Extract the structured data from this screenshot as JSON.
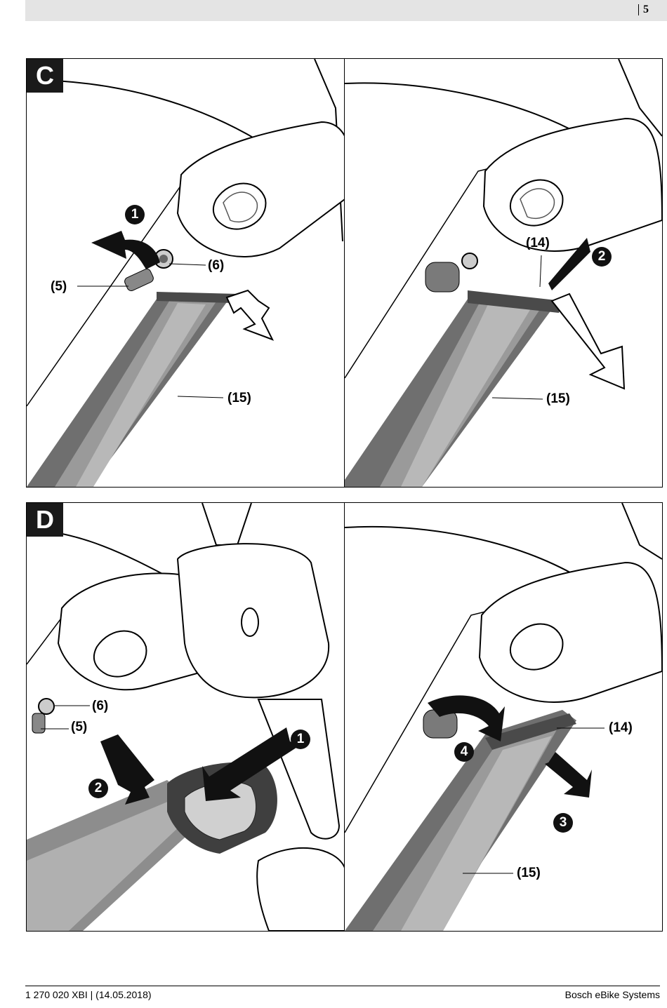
{
  "header": {
    "page_number": "5"
  },
  "sections": {
    "c": {
      "label": "C",
      "left": {
        "callouts": [
          "(6)",
          "(5)",
          "(15)"
        ],
        "steps": [
          "1"
        ]
      },
      "right": {
        "callouts": [
          "(14)",
          "(15)"
        ],
        "steps": [
          "2"
        ]
      }
    },
    "d": {
      "label": "D",
      "left": {
        "callouts": [
          "(6)",
          "(5)"
        ],
        "steps": [
          "1",
          "2"
        ]
      },
      "right": {
        "callouts": [
          "(14)",
          "(15)"
        ],
        "steps": [
          "4",
          "3"
        ]
      }
    }
  },
  "footer": {
    "left": "1 270 020 XBI | (14.05.2018)",
    "right": "Bosch eBike Systems"
  },
  "colors": {
    "accent": "#1a1a1a",
    "battery": "#7a7a7a",
    "header_bar": "#e4e4e4"
  }
}
